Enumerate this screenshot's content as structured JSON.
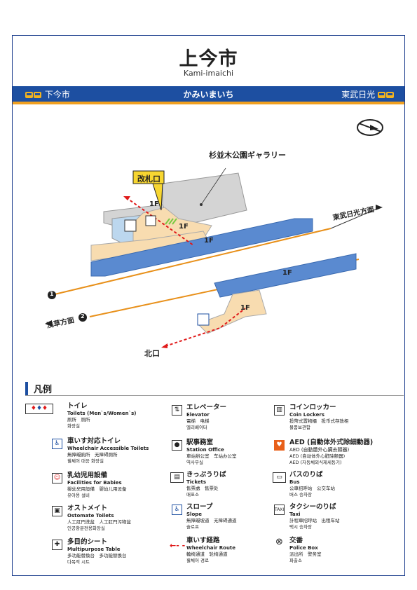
{
  "station": {
    "name_ja": "上今市",
    "name_en": "Kami-imaichi"
  },
  "bar": {
    "left": "下今市",
    "center": "かみいまいち",
    "right": "東武日光"
  },
  "map": {
    "gallery": "杉並木公園ギャラリー",
    "gate": "改札口",
    "floor": "1F",
    "dir_right": "東武日光方面",
    "dir_left": "浅草方面",
    "north_exit": "北口",
    "track1": "1",
    "track2": "2"
  },
  "legend": {
    "title": "凡例",
    "items": [
      {
        "h": "トイレ",
        "e": "Toilets (Men`s/Women`s)",
        "l1": "厕所　厕所",
        "l2": "화장실"
      },
      {
        "h": "エレベーター",
        "e": "Elevator",
        "l1": "電梯　电梯",
        "l2": "엘리베이터"
      },
      {
        "h": "コインロッカー",
        "e": "Coin Lockers",
        "l1": "投幣式置物櫃　投币式存放柜",
        "l2": "물품보관함"
      },
      {
        "h": "車いす対応トイレ",
        "e": "Wheelchair Accessible Toilets",
        "l1": "無障礙廁所　无障碍厕所",
        "l2": "휠체어 대응 화장실"
      },
      {
        "h": "駅事務室",
        "e": "Station Office",
        "l1": "車站辦公室　车站办公室",
        "l2": "역사무실"
      },
      {
        "h": "AED (自動体外式除細動器)",
        "e": "AED (自動體外心臟去顫器)",
        "l1": "AED (自动体外心脏除颤器)",
        "l2": "AED (자동체외식제세동기)"
      },
      {
        "h": "乳幼児用設備",
        "e": "Facilities for Babies",
        "l1": "嬰幼兒用設備　婴幼儿用设备",
        "l2": "유아용 설비"
      },
      {
        "h": "きっぷうりば",
        "e": "Tickets",
        "l1": "售票處　售票处",
        "l2": "매표소"
      },
      {
        "h": "バスのりば",
        "e": "Bus",
        "l1": "公車招呼站　公交车站",
        "l2": "버스 승차장"
      },
      {
        "h": "オストメイト",
        "e": "Ostomate Toilets",
        "l1": "人工肛門洗盆　人工肛門污物盆",
        "l2": "인공항문전용화장실"
      },
      {
        "h": "スロープ",
        "e": "Slope",
        "l1": "無障礙坡道　无障碍通道",
        "l2": "슬로프"
      },
      {
        "h": "タクシーのりば",
        "e": "Taxi",
        "l1": "計程車招呼站　出租车站",
        "l2": "택시 승차장"
      },
      {
        "h": "多目的シート",
        "e": "Multipurpose Table",
        "l1": "多功能替換台　多功能替换台",
        "l2": "다목적 시트"
      },
      {
        "h": "車いす経路",
        "e": "Wheelchair Route",
        "l1": "輪椅通道　轮椅通道",
        "l2": "휠체어 경로"
      },
      {
        "h": "交番",
        "e": "Police Box",
        "l1": "派出所　警务室",
        "l2": "파출소"
      }
    ]
  },
  "colors": {
    "platform": "#5a8ad0",
    "concourse": "#f8dcb0",
    "building": "#d4d4d4",
    "rail": "#e8901a",
    "route": "#e01a1a",
    "brand": "#1d4fa1"
  }
}
